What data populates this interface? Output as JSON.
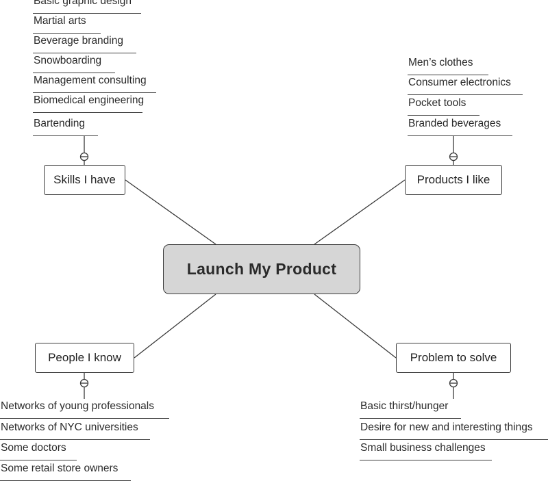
{
  "center": {
    "label": "Launch My Product"
  },
  "branches": {
    "skills": {
      "label": "Skills I have",
      "items": [
        "Basic graphic design",
        "Martial arts",
        "Beverage branding",
        "Snowboarding",
        "Management consulting",
        "Biomedical engineering",
        "Bartending"
      ]
    },
    "products": {
      "label": "Products I like",
      "items": [
        "Men’s clothes",
        "Consumer electronics",
        "Pocket tools",
        "Branded beverages"
      ]
    },
    "people": {
      "label": "People I know",
      "items": [
        "Networks of young professionals",
        "Networks of NYC universities",
        "Some doctors",
        "Some retail store owners"
      ]
    },
    "problem": {
      "label": "Problem to solve",
      "items": [
        "Basic thirst/hunger",
        "Desire for new and interesting things",
        "Small business challenges"
      ]
    }
  }
}
